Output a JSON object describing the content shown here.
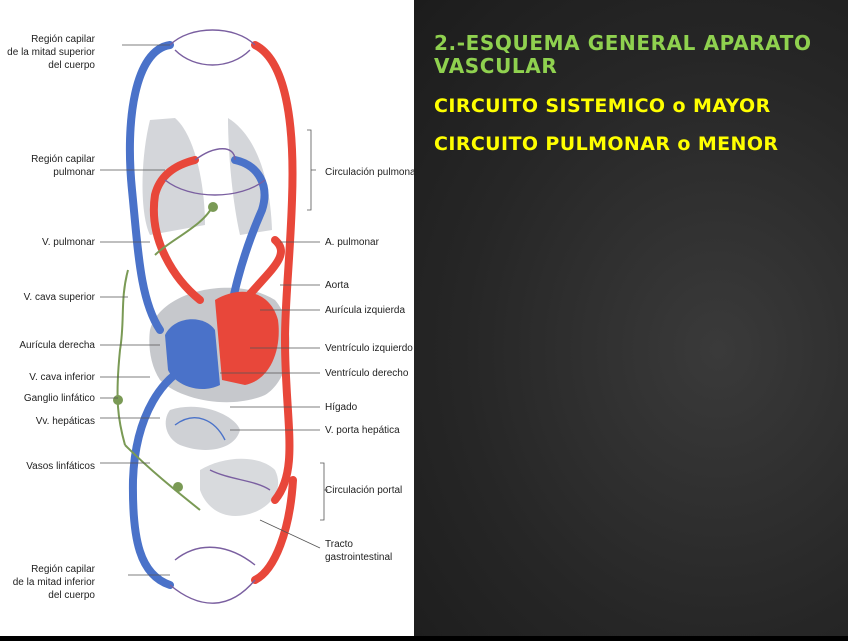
{
  "slide": {
    "title": "2.-ESQUEMA GENERAL APARATO VASCULAR",
    "circuits": [
      "CIRCUITO SISTEMICO o MAYOR",
      "CIRCUITO PULMONAR o MENOR"
    ]
  },
  "diagram": {
    "labels_left": [
      [
        "Región capilar",
        "de la mitad superior",
        "del cuerpo"
      ],
      [
        "Región capilar",
        "pulmonar"
      ],
      [
        "V. pulmonar"
      ],
      [
        "V. cava superior"
      ],
      [
        "Aurícula derecha"
      ],
      [
        "V. cava inferior"
      ],
      [
        "Ganglio linfático"
      ],
      [
        "Vv. hepáticas"
      ],
      [
        "Vasos linfáticos"
      ],
      [
        "Región capilar",
        "de la mitad inferior",
        "del cuerpo"
      ]
    ],
    "labels_right": [
      [
        "Circulación pulmonar"
      ],
      [
        "A. pulmonar"
      ],
      [
        "Aorta"
      ],
      [
        "Aurícula izquierda"
      ],
      [
        "Ventrículo izquierdo"
      ],
      [
        "Ventrículo derecho"
      ],
      [
        "Hígado"
      ],
      [
        "V. porta hepática"
      ],
      [
        "Circulación portal"
      ],
      [
        "Tracto",
        "gastrointestinal"
      ]
    ]
  },
  "colors": {
    "arterial": "#e8473a",
    "venous": "#4a72c9",
    "lymph": "#7a9a55",
    "organ": "#c9ccd2",
    "title": "#8fd14f",
    "circuit": "#ffff00"
  }
}
